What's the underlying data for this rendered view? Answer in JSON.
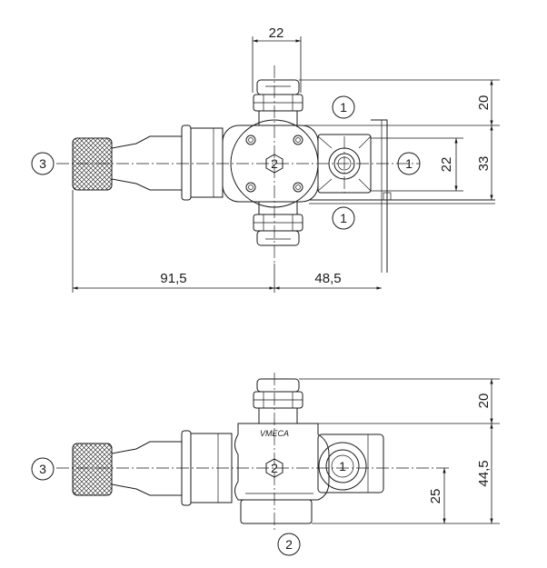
{
  "top_view": {
    "dims": {
      "top_width": "22",
      "height_top": "20",
      "height_right_inner": "22",
      "height_right_outer": "33",
      "length_left": "91,5",
      "length_right": "48,5"
    },
    "callouts": {
      "port_top": "1",
      "port_right": "1",
      "port_bottom": "1",
      "port_center": "2",
      "port_left": "3"
    }
  },
  "side_view": {
    "brand": "VMECA",
    "dims": {
      "height_top": "20",
      "height_offset": "25",
      "height_total": "44,5"
    },
    "callouts": {
      "port_left": "3",
      "port_center": "2",
      "port_right": "1",
      "port_bottom": "2"
    }
  }
}
